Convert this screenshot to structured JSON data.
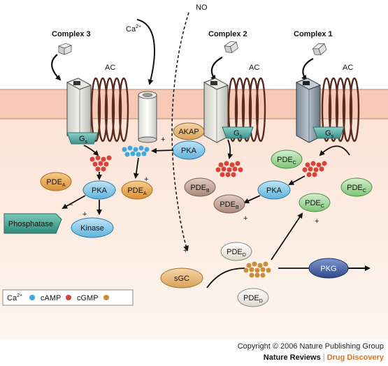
{
  "complexes": {
    "complex3": "Complex 3",
    "complex2": "Complex 2",
    "complex1": "Complex 1"
  },
  "labels": {
    "ac": "AC",
    "ca": "Ca",
    "ca_sup": "2+",
    "no": "NO",
    "gs": "G",
    "gs_sub": "s",
    "akap": "AKAP",
    "pka": "PKA",
    "pde": "PDE",
    "sub_a": "A",
    "sub_b": "B",
    "sub_c": "C",
    "sub_d": "D",
    "phosphatase": "Phosphatase",
    "kinase": "Kinase",
    "sgc": "sGC",
    "pkg": "PKG",
    "plus": "+",
    "minus": "–"
  },
  "legend": {
    "ca": "Ca",
    "ca_sup": "2+",
    "camp": "cAMP",
    "cgmp": "cGMP"
  },
  "colors": {
    "ca_dot": "#3fa8dc",
    "camp_dot": "#d9443a",
    "cgmp_dot": "#c98e3a",
    "pka_fill": "#8ecbe8",
    "pde_a_fill": "#e8ac55",
    "pde_b_fill": "#c5a89a",
    "pde_c_fill": "#a9d8a0",
    "pde_d_fill": "#f1efe8",
    "gs_fill": "#4aa6a0",
    "pkg_fill": "#3f5f9e",
    "phosphatase_fill": "#48a595",
    "cytoplasm": "#fdf0e6",
    "membrane": "#f0b6a0"
  },
  "footer": {
    "copyright": "Copyright © 2006 Nature Publishing Group",
    "journal": "Nature Reviews",
    "separator": "|",
    "section": "Drug Discovery"
  }
}
